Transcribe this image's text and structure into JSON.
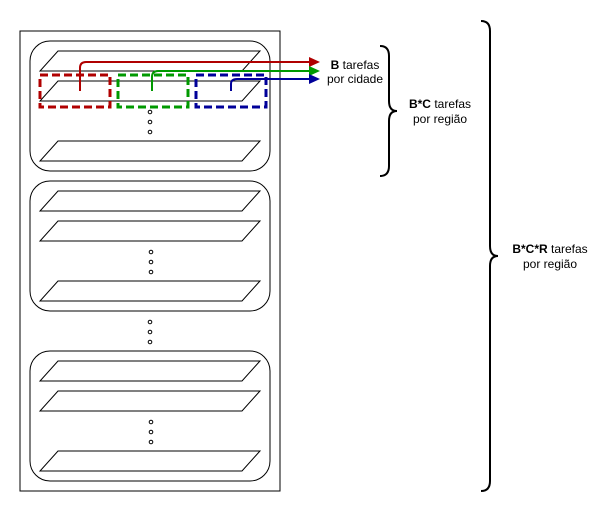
{
  "labels": {
    "b": {
      "line1_bold": "B",
      "line1_rest": " tarefas",
      "line2": "por cidade"
    },
    "bc": {
      "line1_bold": "B*C",
      "line1_rest": " tarefas",
      "line2": "por região"
    },
    "bcr": {
      "line1_bold": "B*C*R",
      "line1_rest": " tarefas",
      "line2": "por região"
    }
  },
  "colors": {
    "red": "#b00000",
    "green": "#009900",
    "blue": "#000099",
    "stroke": "#000000"
  }
}
